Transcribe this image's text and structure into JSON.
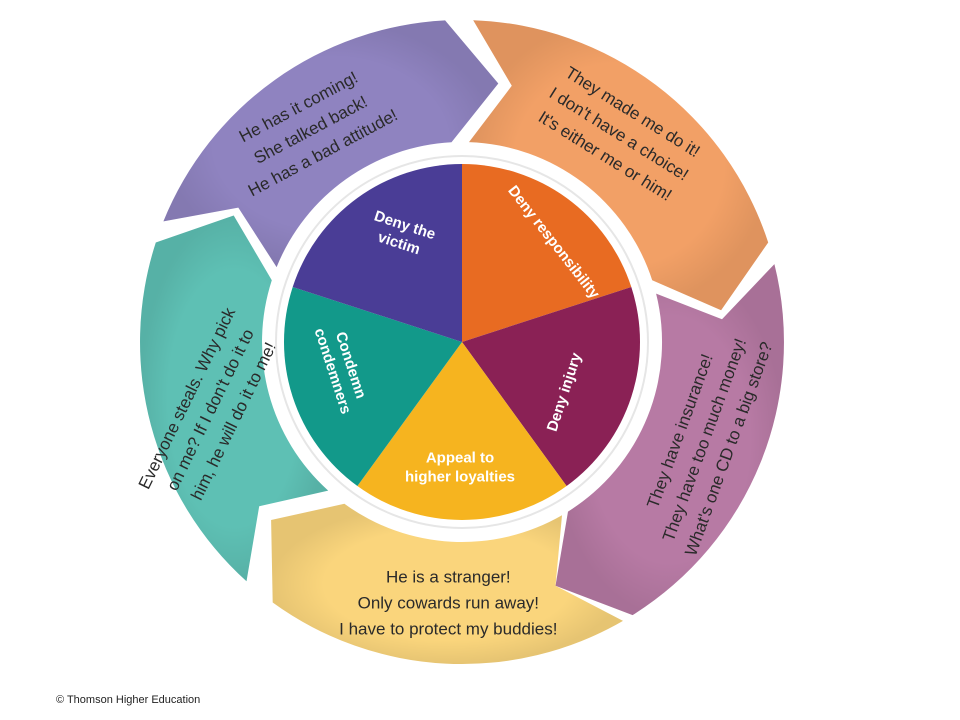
{
  "segments": [
    {
      "label": [
        "Deny responsibility"
      ],
      "color": "#E86B22"
    },
    {
      "label": [
        "Deny injury"
      ],
      "color": "#8A2155"
    },
    {
      "label": [
        "Appeal to",
        "higher loyalties"
      ],
      "color": "#F6B41F"
    },
    {
      "label": [
        "Condemn",
        "condemners"
      ],
      "color": "#12998A"
    },
    {
      "label": [
        "Deny the",
        "victim"
      ],
      "color": "#4A3D96"
    }
  ],
  "arrows": [
    {
      "lines": [
        "They made me do it!",
        "I don't have a choice!",
        "It's either me or him!"
      ],
      "color": "#F2A066"
    },
    {
      "lines": [
        "They have insurance!",
        "They have too much money!",
        "What's one CD to a big store?"
      ],
      "color": "#B77AA4"
    },
    {
      "lines": [
        "He is a stranger!",
        "Only cowards run away!",
        "I have to protect my buddies!"
      ],
      "color": "#FAD57C"
    },
    {
      "lines": [
        "Everyone steals. Why pick",
        "on me? If I don't do it to",
        "him, he will do it to me!"
      ],
      "color": "#5EC0B4"
    },
    {
      "lines": [
        "He has it coming!",
        "She talked back!",
        "He has a bad attitude!"
      ],
      "color": "#8F83C0"
    }
  ],
  "credit": "© Thomson Higher Education"
}
